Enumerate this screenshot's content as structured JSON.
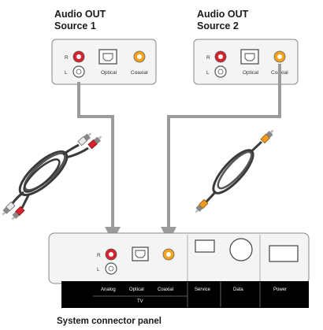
{
  "source1": {
    "title_line1": "Audio OUT",
    "title_line2": "Source 1",
    "jack_r": "R",
    "jack_l": "L",
    "optical_label": "Optical",
    "coaxial_label": "Coaxial"
  },
  "source2": {
    "title_line1": "Audio OUT",
    "title_line2": "Source 2",
    "jack_r": "R",
    "jack_l": "L",
    "optical_label": "Optical",
    "coaxial_label": "Coaxial"
  },
  "panel": {
    "jack_r": "R",
    "jack_l": "L",
    "ports": [
      "Analog",
      "Optical",
      "Coaxial",
      "Service",
      "Data",
      "Power"
    ],
    "group_label": "TV",
    "caption": "System connector panel"
  },
  "colors": {
    "red_jack": "#d6232f",
    "coax_orange": "#f5a21c",
    "arrow_gray": "#9b9b9b",
    "cable_red": "#d6232f",
    "cable_orange": "#f39a1e"
  }
}
